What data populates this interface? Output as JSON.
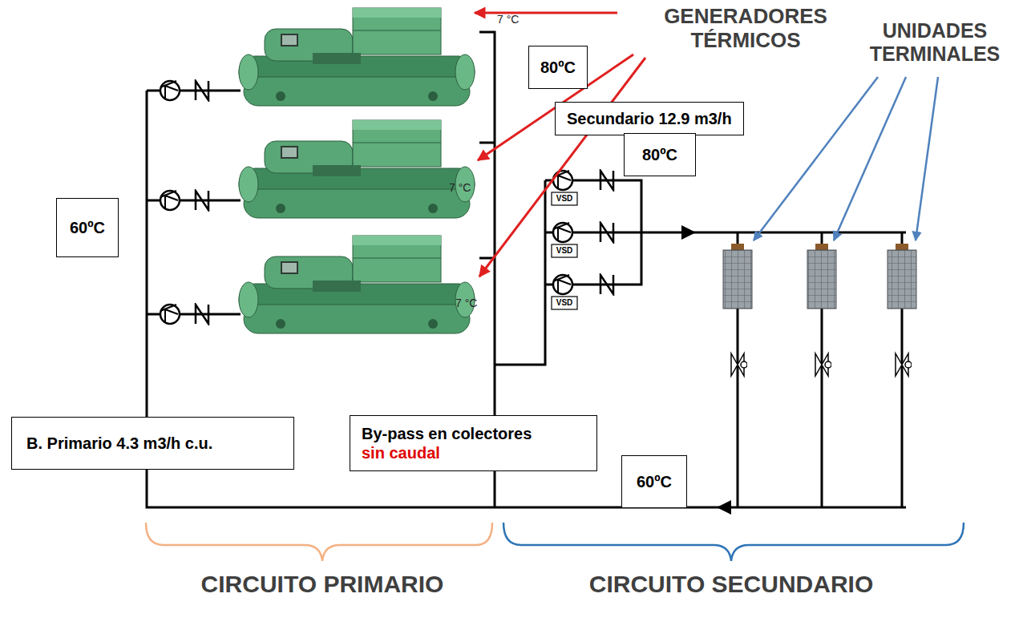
{
  "diagram": {
    "nodes": [
      {
        "text": [
          "80ºC"
        ]
      },
      {
        "text": [
          "Secundario 12.9 m3/h"
        ]
      },
      {
        "text": [
          "80ºC"
        ]
      },
      {
        "text": [
          "60ºC"
        ]
      },
      {
        "text": [
          "B. Primario 4.3 m3/h c.u."
        ]
      },
      {
        "text": [
          "By-pass en colectores",
          "sin caudal"
        ]
      },
      {
        "text": [
          "60ºC"
        ]
      }
    ],
    "labels": [
      "GENERADORES TÉRMICOS",
      "UNIDADES TERMINALES",
      "7 °C",
      "7 °C",
      "7 °C",
      "VSD",
      "VSD",
      "VSD",
      "CIRCUITO PRIMARIO",
      "CIRCUITO SECUNDARIO"
    ]
  }
}
